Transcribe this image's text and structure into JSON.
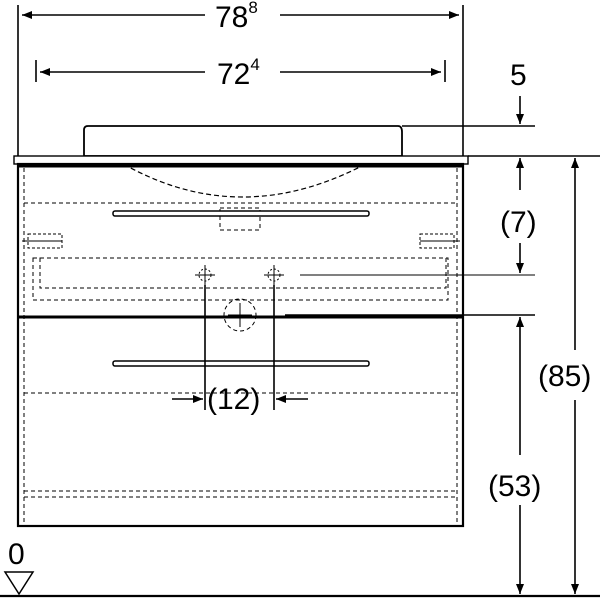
{
  "dimensions": {
    "overall_width": {
      "main": "78",
      "sup": "8"
    },
    "inner_width": {
      "main": "72",
      "sup": "4"
    },
    "basin_height": "5",
    "top_to_drawer": "(7)",
    "drain_spacing": "(12)",
    "total_height": "(85)",
    "floor_to_drawer": "(53)",
    "floor_level": "0"
  },
  "colors": {
    "line": "#000000",
    "background": "#ffffff"
  },
  "icons": {
    "floor_marker": "triangle-down-icon"
  }
}
